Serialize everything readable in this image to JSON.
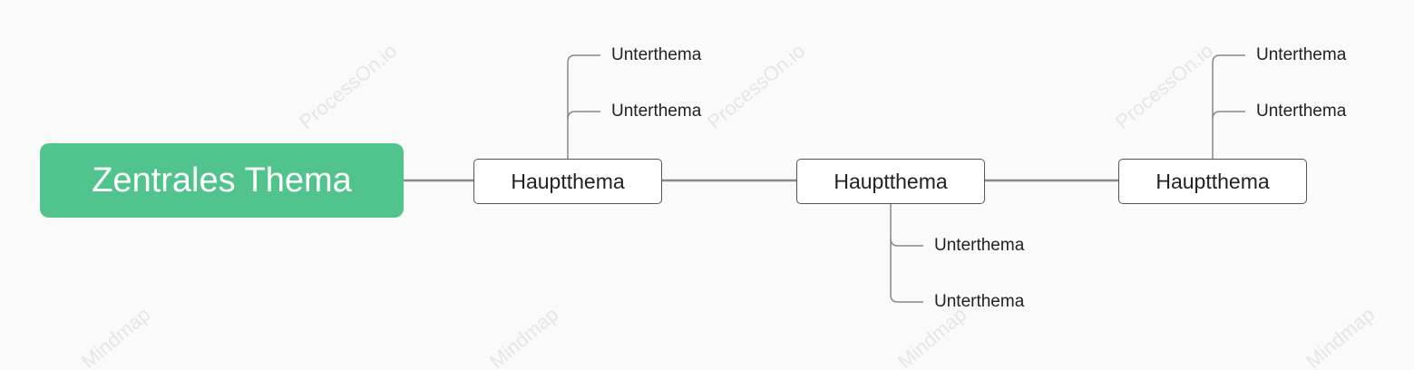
{
  "watermarks": {
    "top": "ProcessOn.io",
    "bottom": "Mindmap"
  },
  "colors": {
    "central_fill": "#51c48e",
    "connector": "#888888",
    "main_border": "#555555",
    "background": "#fafafa"
  },
  "mindmap": {
    "central": "Zentrales Thema",
    "main_topics": [
      {
        "label": "Hauptthema",
        "subtopics": [
          "Unterthema",
          "Unterthema"
        ]
      },
      {
        "label": "Hauptthema",
        "subtopics": [
          "Unterthema",
          "Unterthema"
        ]
      },
      {
        "label": "Hauptthema",
        "subtopics": [
          "Unterthema",
          "Unterthema"
        ]
      }
    ]
  }
}
